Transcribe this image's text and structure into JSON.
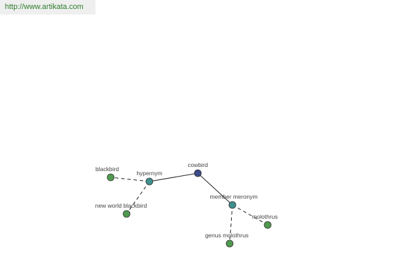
{
  "header": {
    "url": "http://www.artikata.com"
  },
  "colors": {
    "center_node": "#3b4a8a",
    "relation_node": "#3f8f8f",
    "term_node": "#4f9a4f",
    "node_stroke": "#333333",
    "edge": "#222222"
  },
  "graph": {
    "nodes": [
      {
        "id": "cowbird",
        "label": "cowbird",
        "kind": "center"
      },
      {
        "id": "hypernym",
        "label": "hypernym",
        "kind": "relation"
      },
      {
        "id": "member-meronym",
        "label": "member meronym",
        "kind": "relation"
      },
      {
        "id": "blackbird",
        "label": "blackbird",
        "kind": "term"
      },
      {
        "id": "new-world-blackbird",
        "label": "new world blackbird",
        "kind": "term"
      },
      {
        "id": "genus-molothrus",
        "label": "genus molothrus",
        "kind": "term"
      },
      {
        "id": "molothrus",
        "label": "molothrus",
        "kind": "term"
      }
    ],
    "edges": [
      {
        "from": "cowbird",
        "to": "hypernym",
        "style": "solid"
      },
      {
        "from": "cowbird",
        "to": "member-meronym",
        "style": "solid"
      },
      {
        "from": "hypernym",
        "to": "blackbird",
        "style": "dashed"
      },
      {
        "from": "hypernym",
        "to": "new-world-blackbird",
        "style": "dashed"
      },
      {
        "from": "member-meronym",
        "to": "genus-molothrus",
        "style": "dashed"
      },
      {
        "from": "member-meronym",
        "to": "molothrus",
        "style": "dashed"
      }
    ]
  }
}
